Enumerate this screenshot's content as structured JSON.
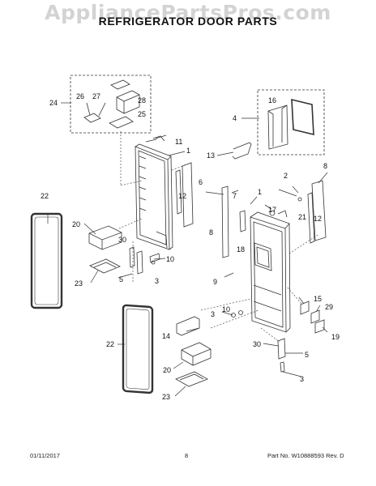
{
  "watermark": "AppliancePartsPros.com",
  "title": "REFRIGERATOR DOOR PARTS",
  "footer": {
    "date": "01/11/2017",
    "page": "8",
    "part": "Part No.  W10888593  Rev. D"
  },
  "callouts": {
    "c1a": "1",
    "c1b": "1",
    "c2": "2",
    "c3a": "3",
    "c3b": "3",
    "c3c": "3",
    "c4": "4",
    "c5a": "5",
    "c5b": "5",
    "c6": "6",
    "c7": "7",
    "c8a": "8",
    "c8b": "8",
    "c9": "9",
    "c10a": "10",
    "c10b": "10",
    "c11": "11",
    "c12a": "12",
    "c12b": "12",
    "c13": "13",
    "c14": "14",
    "c15": "15",
    "c16": "16",
    "c17": "17",
    "c18": "18",
    "c19": "19",
    "c20a": "20",
    "c20b": "20",
    "c21": "21",
    "c22a": "22",
    "c22b": "22",
    "c23a": "23",
    "c23b": "23",
    "c24": "24",
    "c25": "25",
    "c26": "26",
    "c27": "27",
    "c28": "28",
    "c29": "29",
    "c30a": "30",
    "c30b": "30"
  }
}
